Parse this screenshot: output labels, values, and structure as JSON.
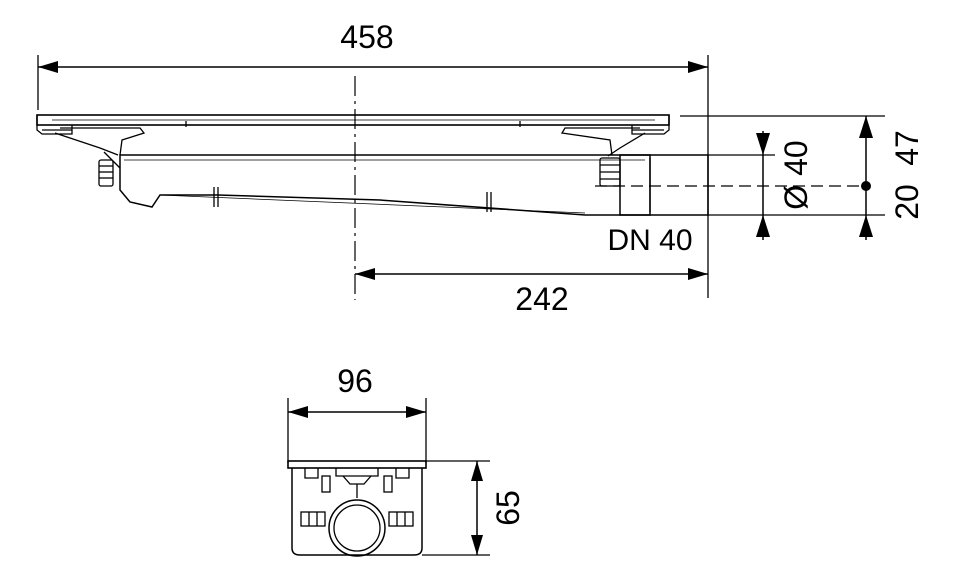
{
  "dimensions": {
    "total_length": "458",
    "outlet_offset": "242",
    "outlet_diameter": "Ø 40",
    "height_top": "47",
    "height_bottom": "20",
    "outlet_nominal": "DN 40",
    "width": "96",
    "depth": "65"
  },
  "colors": {
    "line": "#000000",
    "background": "#ffffff"
  }
}
